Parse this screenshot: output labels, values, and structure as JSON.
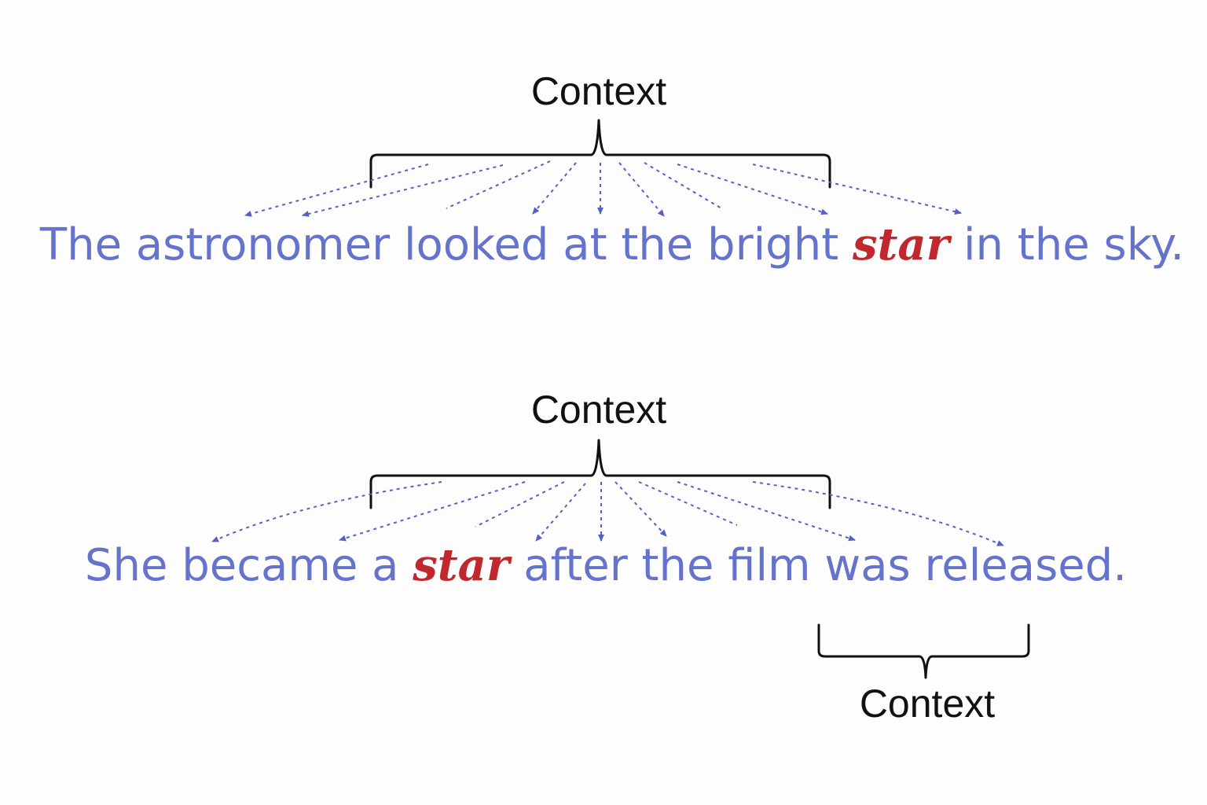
{
  "colors": {
    "sentence": "#6673cc",
    "keyword": "#c0282d",
    "arrows": "#5560c4",
    "brace": "#111111"
  },
  "example1": {
    "context_label": "Context",
    "before": "The astronomer looked at the bright ",
    "keyword": "star",
    "after": " in the sky."
  },
  "example2": {
    "context_label": "Context",
    "before": "She became a ",
    "keyword": "star",
    "after": " after the film was released.",
    "lower_context_label": "Context"
  }
}
